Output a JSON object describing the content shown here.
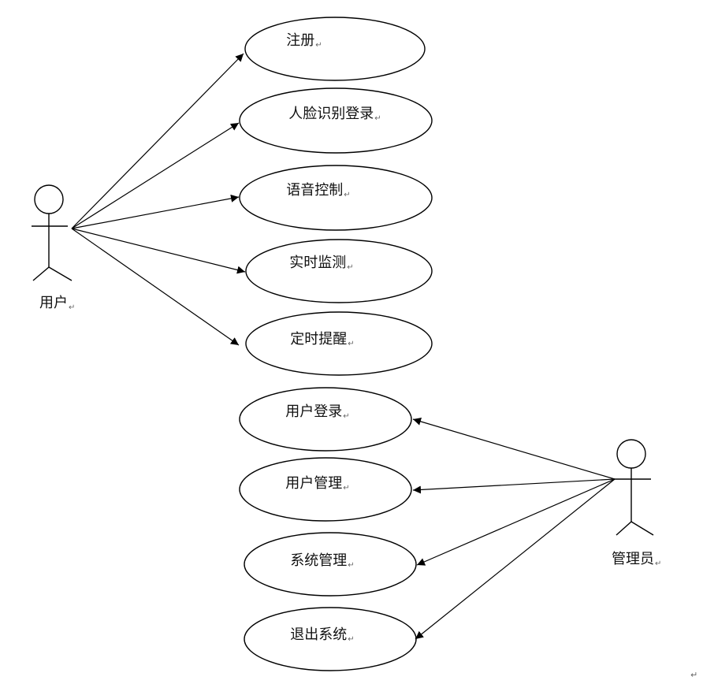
{
  "diagram": {
    "actors": {
      "user": {
        "label": "用户"
      },
      "admin": {
        "label": "管理员"
      }
    },
    "use_cases": {
      "register": {
        "label": "注册"
      },
      "face_login": {
        "label": "人脸识别登录"
      },
      "voice_control": {
        "label": "语音控制"
      },
      "realtime_monitor": {
        "label": "实时监测"
      },
      "timed_reminder": {
        "label": "定时提醒"
      },
      "user_login": {
        "label": "用户登录"
      },
      "user_management": {
        "label": "用户管理"
      },
      "system_management": {
        "label": "系统管理"
      },
      "logout": {
        "label": "退出系统"
      }
    },
    "paragraph_mark": "↵",
    "colors": {
      "stroke": "#000000",
      "text": "#111111",
      "background": "#ffffff"
    }
  }
}
